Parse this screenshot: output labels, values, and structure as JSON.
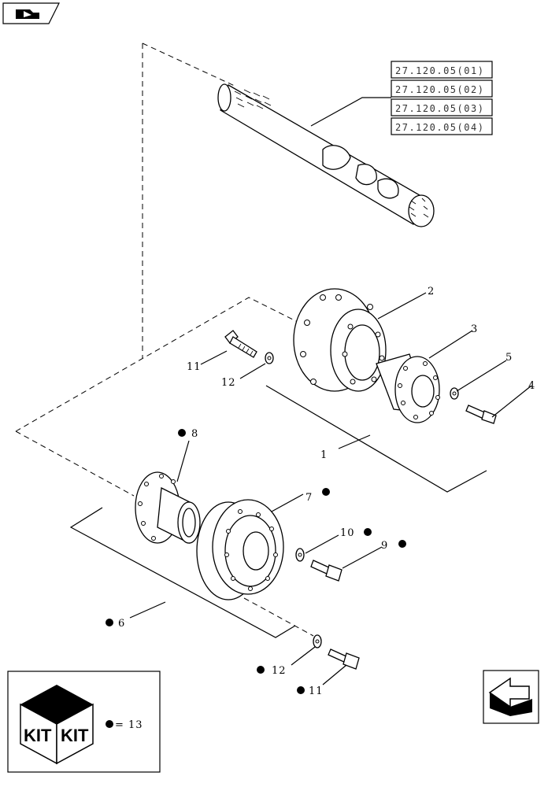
{
  "references": [
    "27.120.05(01)",
    "27.120.05(02)",
    "27.120.05(03)",
    "27.120.05(04)"
  ],
  "callouts": {
    "c1": "1",
    "c2": "2",
    "c3": "3",
    "c4": "4",
    "c5": "5",
    "c6": "6",
    "c7": "7",
    "c8": "8",
    "c9": "9",
    "c10": "10",
    "c11a": "11",
    "c12a": "12",
    "c11b": "11",
    "c12b": "12"
  },
  "legend": {
    "kit_left": "KIT",
    "kit_right": "KIT",
    "kit_equals": "= 13"
  },
  "icons": {
    "top_left": "book-hand-icon",
    "bottom_right": "back-arrow-icon"
  },
  "colors": {
    "line": "#000000",
    "marker": "#000000",
    "ref_text": "#333333"
  }
}
